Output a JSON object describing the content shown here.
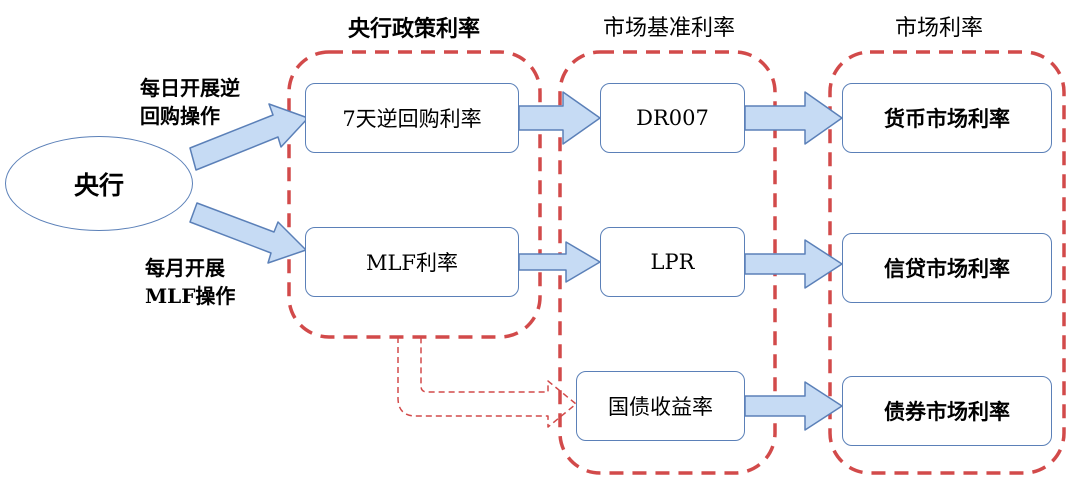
{
  "colors": {
    "dashed_box": "#d24a4a",
    "arrow_fill": "#c6dbf4",
    "arrow_stroke": "#5b80b8",
    "node_border": "#5b80b8"
  },
  "columns": {
    "central_policy_rate": "央行政策利率",
    "market_benchmark_rate": "市场基准利率",
    "market_rate": "市场利率"
  },
  "source": {
    "label": "央行",
    "daily_operation": [
      "每日开展逆",
      "回购操作"
    ],
    "monthly_operation": [
      "每月开展",
      "MLF操作"
    ]
  },
  "policy_rates": {
    "reverse_repo_7d": "7天逆回购利率",
    "mlf_rate": "MLF利率"
  },
  "benchmark_rates": {
    "dr007": "DR007",
    "lpr": "LPR",
    "treasury_yield": "国债收益率"
  },
  "market_rates": {
    "money_market": "货币市场利率",
    "credit_market": "信贷市场利率",
    "bond_market": "债券市场利率"
  }
}
